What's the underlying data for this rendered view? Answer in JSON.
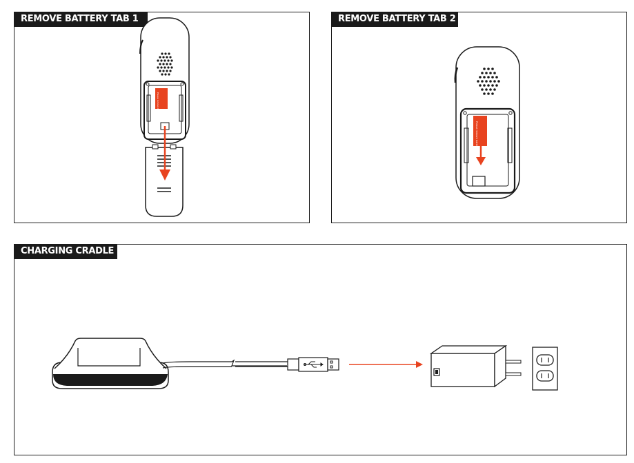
{
  "panels": [
    {
      "title": "REMOVE BATTERY TAB 1"
    },
    {
      "title": "REMOVE BATTERY TAB 2"
    },
    {
      "title": "CHARGING CRADLE"
    }
  ],
  "battery_label_text": "Please remove battery",
  "colors": {
    "accent": "#e8431f",
    "line": "#1a1a1a",
    "label_bg": "#1a1a1a",
    "label_text": "#ffffff"
  },
  "icons": [
    "phone-back-icon",
    "battery-cover-icon",
    "pull-arrow-icon",
    "charging-cradle-icon",
    "usb-cable-icon",
    "usb-symbol-icon",
    "power-adapter-icon",
    "wall-outlet-icon",
    "connect-arrow-icon"
  ]
}
